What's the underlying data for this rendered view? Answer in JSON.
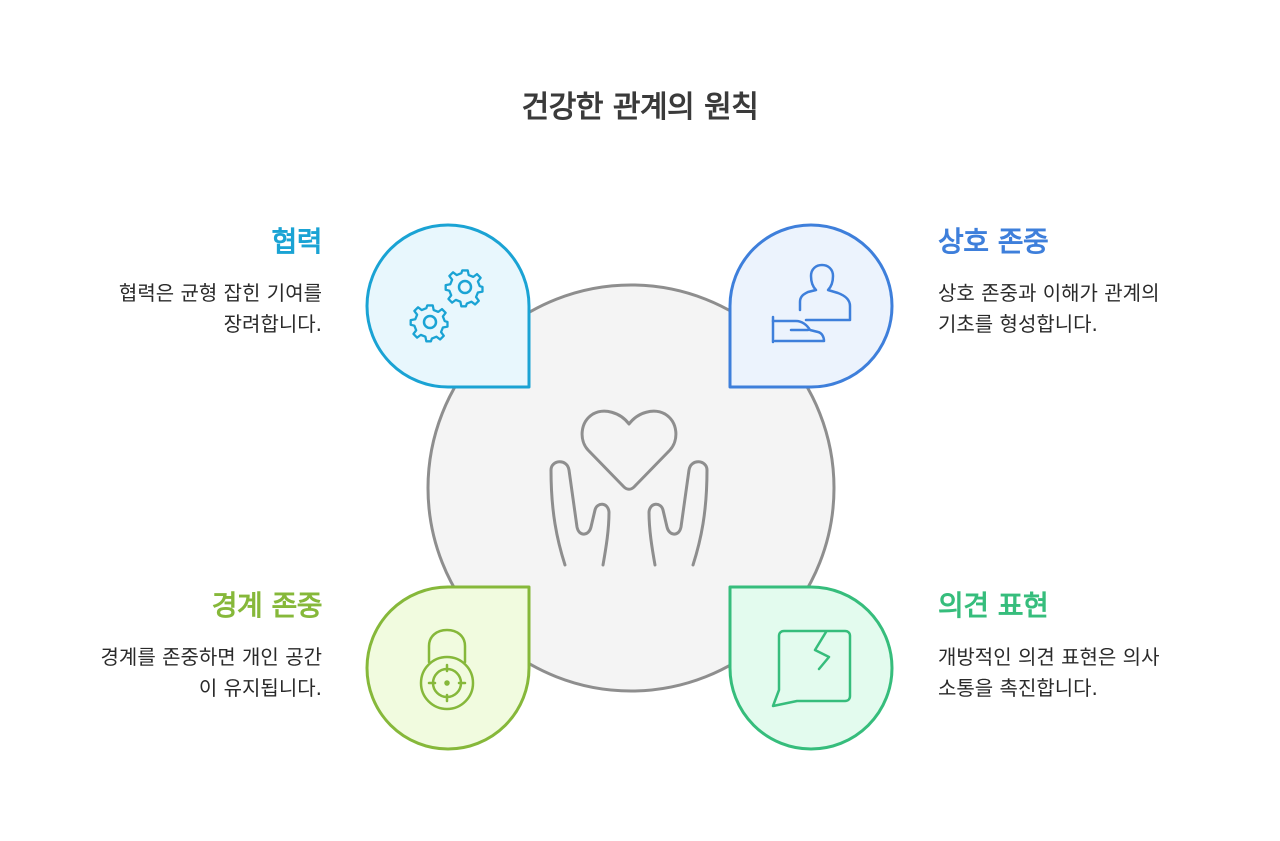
{
  "title": "건강한 관계의 원칙",
  "center": {
    "icon": "hands-heart-icon",
    "fill": "#f4f4f4",
    "stroke": "#8e8e8e"
  },
  "items": [
    {
      "id": "collaboration",
      "heading": "협력",
      "desc_line1": "협력은 균형 잡힌 기여를",
      "desc_line2": "장려합니다.",
      "icon": "gears-icon",
      "color": "#1aa3d4",
      "fill": "#e8f7fd",
      "position": "top-left"
    },
    {
      "id": "mutual-respect",
      "heading": "상호 존중",
      "desc_line1": "상호 존중과 이해가 관계의",
      "desc_line2": "기초를 형성합니다.",
      "icon": "person-hand-icon",
      "color": "#3e7fdb",
      "fill": "#ecf3fd",
      "position": "top-right"
    },
    {
      "id": "boundary-respect",
      "heading": "경계 존중",
      "desc_line1": "경계를 존중하면 개인 공간",
      "desc_line2": "이 유지됩니다.",
      "icon": "padlock-target-icon",
      "color": "#86b83a",
      "fill": "#f1fbdf",
      "position": "bottom-left"
    },
    {
      "id": "opinion-expression",
      "heading": "의견 표현",
      "desc_line1": "개방적인 의견 표현은 의사",
      "desc_line2": "소통을 촉진합니다.",
      "icon": "broken-chat-icon",
      "color": "#36bd7c",
      "fill": "#e3fbee",
      "position": "bottom-right"
    }
  ]
}
